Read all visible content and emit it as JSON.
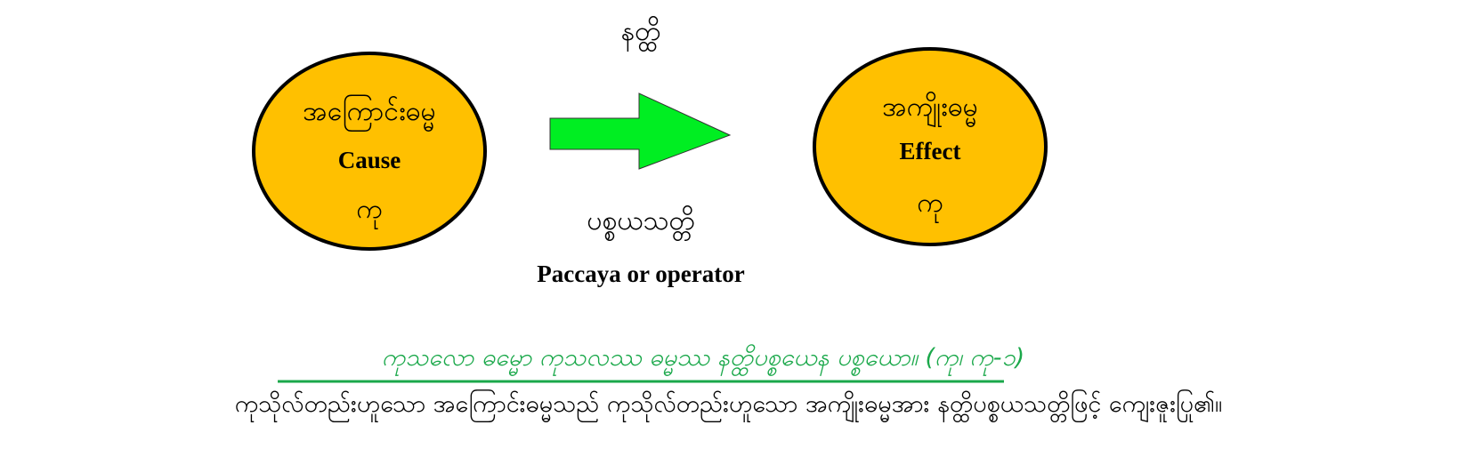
{
  "top_label": "နတ္ထိ",
  "cause": {
    "myanmar": "အကြောင်းဓမ္မ",
    "english": "Cause",
    "code": "ကု"
  },
  "effect": {
    "myanmar": "အကျိုးဓမ္မ",
    "english": "Effect",
    "code": "ကု"
  },
  "operator": {
    "myanmar": "ပစ္စယသတ္တိ",
    "english": "Paccaya or operator"
  },
  "pali_line": "ကုသလော ဓမ္မော ကုသလဿ ဓမ္မဿ နတ္ထိပစ္စယေန ပစ္စယော။ (ကု၊ ကု-၁)",
  "translation_line": "ကုသိုလ်တည်းဟူသော အကြောင်းဓမ္မသည် ကုသိုလ်တည်းဟူသော အကျိုးဓမ္မအား နတ္ထိပစ္စယသတ္တိဖြင့် ကျေးဇူးပြု၏။",
  "colors": {
    "circle_fill": "#FFC000",
    "arrow_fill": "#00EE22",
    "pali_text": "#1AA84A"
  }
}
